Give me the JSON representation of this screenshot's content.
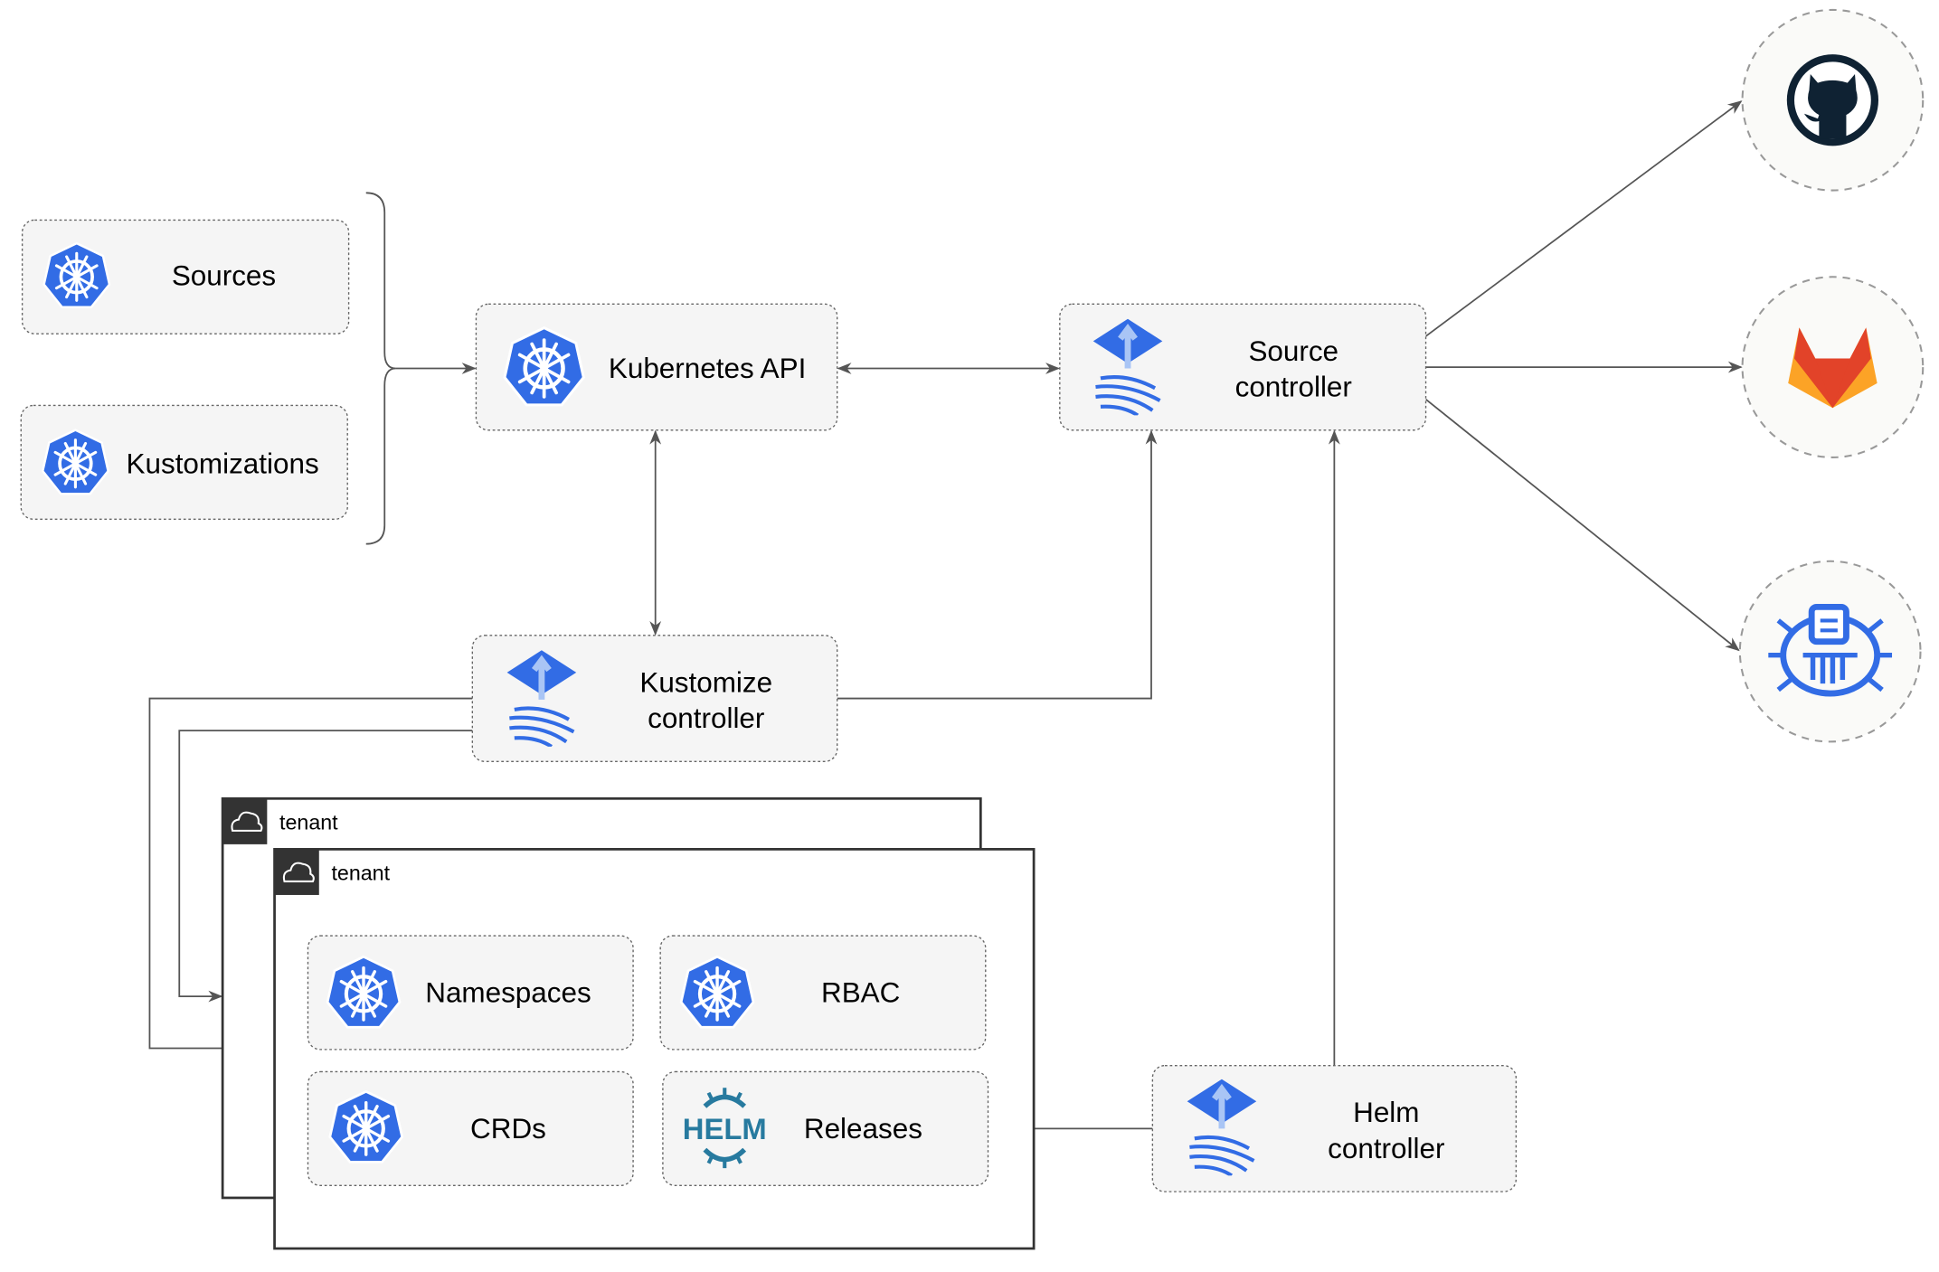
{
  "nodes": {
    "sources": "Sources",
    "kustomizations": "Kustomizations",
    "kubernetes_api": "Kubernetes API",
    "source_controller": [
      "Source",
      "controller"
    ],
    "kustomize_controller": [
      "Kustomize",
      "controller"
    ],
    "helm_controller": [
      "Helm",
      "controller"
    ],
    "namespaces": "Namespaces",
    "rbac": "RBAC",
    "crds": "CRDs",
    "releases": "Releases"
  },
  "tenants": [
    "tenant",
    "tenant"
  ],
  "helm_logo_text": "HELM",
  "external_sources": [
    "github-icon",
    "gitlab-icon",
    "helm-repository-icon"
  ],
  "colors": {
    "k8s_blue": "#326ce5",
    "helm_teal": "#277a9f",
    "gitlab_orange": "#e24329",
    "github_dark": "#0f2233"
  }
}
